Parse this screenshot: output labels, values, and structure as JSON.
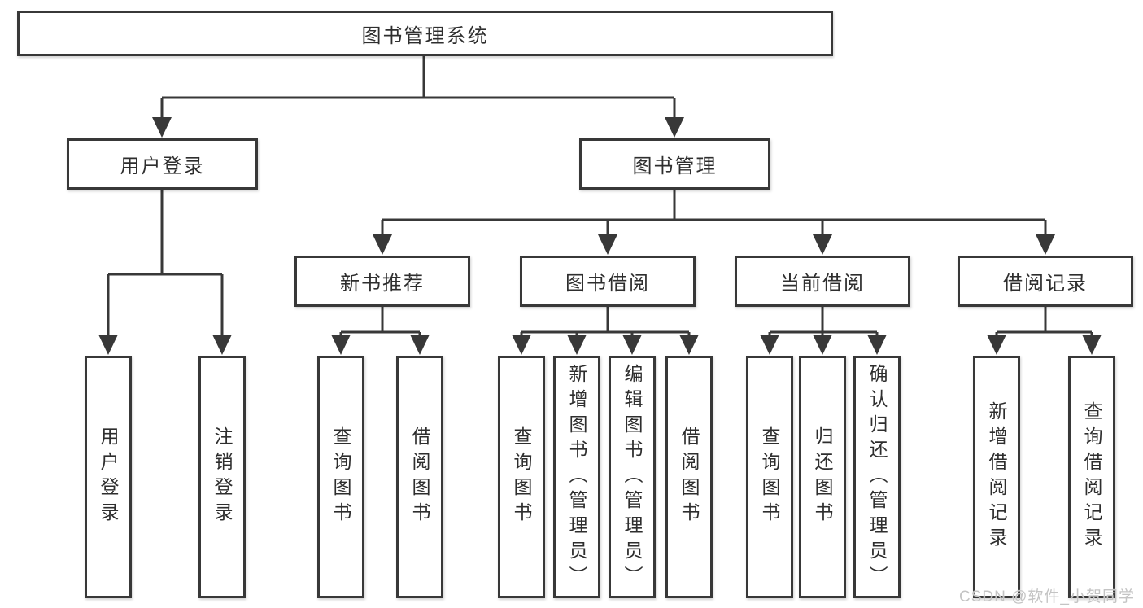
{
  "diagram_title": "图书管理系统",
  "colors": {
    "line": "#383838",
    "box_border": "#383838",
    "text": "#2e2e2e",
    "background": "#ffffff",
    "watermark": "#c4c4c4"
  },
  "tree": {
    "root": {
      "label": "图书管理系统"
    },
    "branches": [
      {
        "label": "用户登录",
        "children": [
          {
            "label": "用户登录"
          },
          {
            "label": "注销登录"
          }
        ]
      },
      {
        "label": "图书管理",
        "sections": [
          {
            "label": "新书推荐",
            "children": [
              {
                "label": "查询图书"
              },
              {
                "label": "借阅图书"
              }
            ]
          },
          {
            "label": "图书借阅",
            "children": [
              {
                "label": "查询图书"
              },
              {
                "label": "新增图书（管理员）"
              },
              {
                "label": "编辑图书（管理员）"
              },
              {
                "label": "借阅图书"
              }
            ]
          },
          {
            "label": "当前借阅",
            "children": [
              {
                "label": "查询图书"
              },
              {
                "label": "归还图书"
              },
              {
                "label": "确认归还（管理员）"
              }
            ]
          },
          {
            "label": "借阅记录",
            "children": [
              {
                "label": "新增借阅记录"
              },
              {
                "label": "查询借阅记录"
              }
            ]
          }
        ]
      }
    ]
  },
  "watermark": {
    "text": "CSDN @软件_小贺同学"
  }
}
